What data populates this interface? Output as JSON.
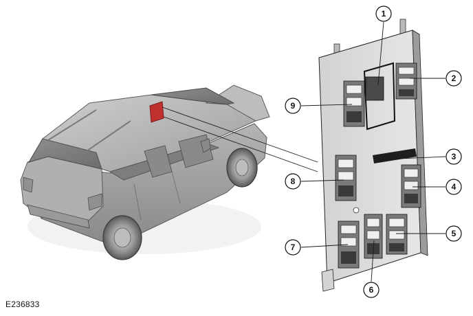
{
  "figure_id": "E236833",
  "callouts": [
    "1",
    "2",
    "3",
    "4",
    "5",
    "6",
    "7",
    "8",
    "9"
  ],
  "colors": {
    "highlight": "#c0302f",
    "vehicle_body": "#a9a9a9",
    "module_body": "#dcdcdc",
    "line": "#1a1a1a"
  }
}
